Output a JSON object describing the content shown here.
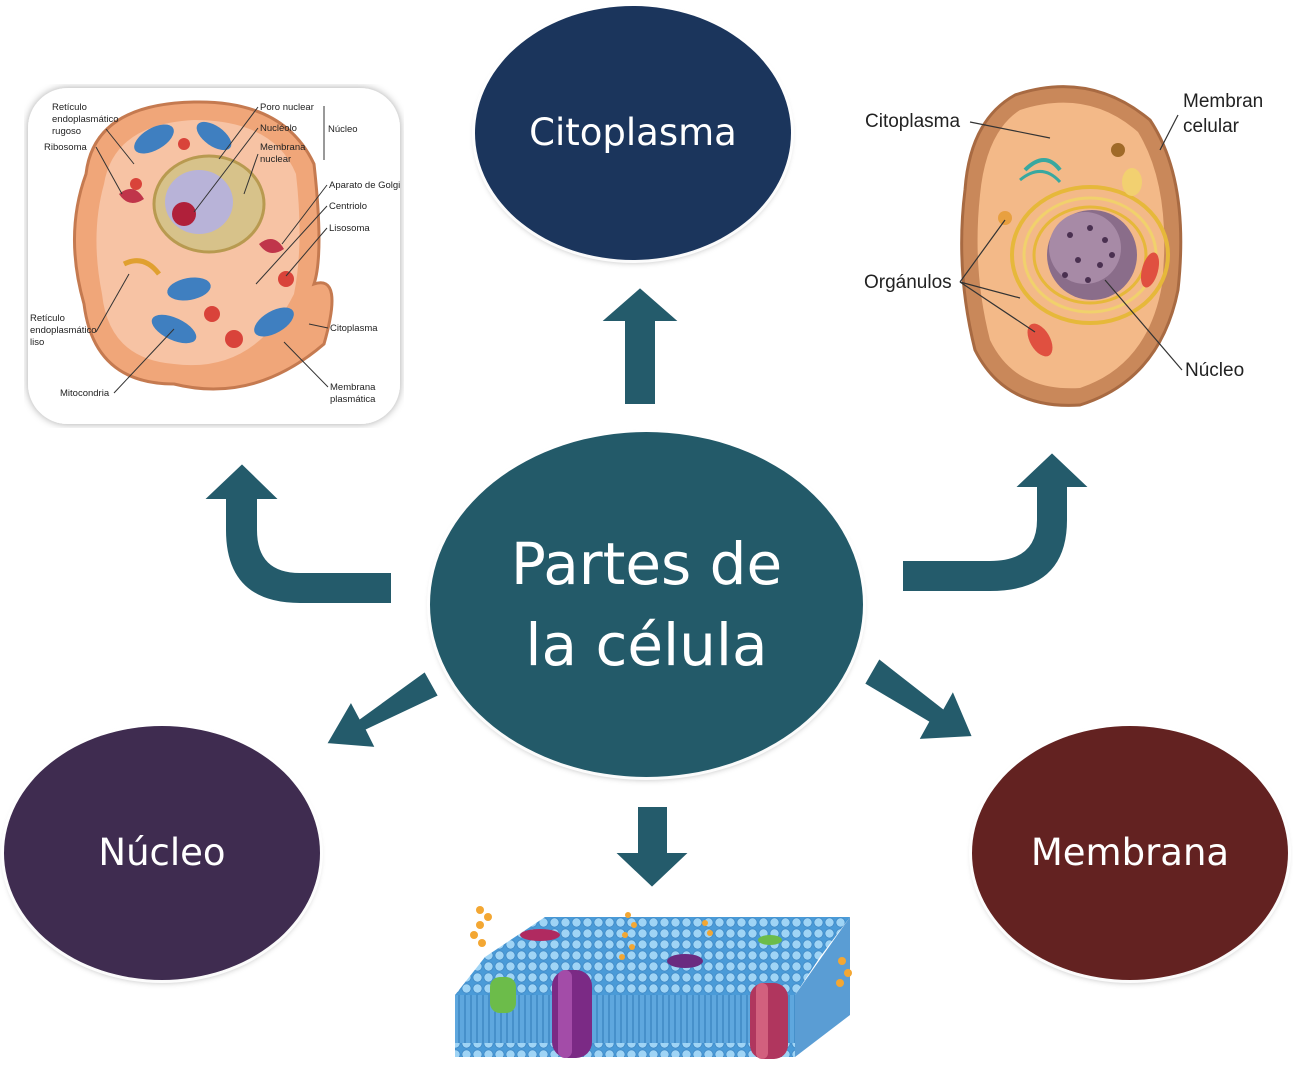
{
  "center": {
    "label": "Partes de\nla célula",
    "color": "#235a69"
  },
  "nodes": {
    "citoplasma": {
      "label": "Citoplasma",
      "color": "#1b355c"
    },
    "nucleo": {
      "label": "Núcleo",
      "color": "#3f2c50"
    },
    "membrana": {
      "label": "Membrana",
      "color": "#632221"
    }
  },
  "arrow_color": "#245b6b",
  "animal_cell_labels": {
    "reticulo_rugoso": [
      "Retículo",
      "endoplasmático",
      "rugoso"
    ],
    "ribosoma": "Ribosoma",
    "poro_nuclear": "Poro nuclear",
    "nucleolo": "Nucléolo",
    "membrana_nuclear": [
      "Membrana",
      "nuclear"
    ],
    "nucleo": "Núcleo",
    "golgi": "Aparato de Golgi",
    "centriolo": "Centriolo",
    "lisosoma": "Lisosoma",
    "reticulo_liso": [
      "Retículo",
      "endoplasmático",
      "liso"
    ],
    "citoplasma": "Citoplasma",
    "mitocondria": "Mitocondria",
    "membrana_plasmatica": [
      "Membrana",
      "plasmática"
    ]
  },
  "plant_cell_labels": {
    "citoplasma": "Citoplasma",
    "membrana_celular": [
      "Membran",
      "celular"
    ],
    "organulos": "Orgánulos",
    "nucleo": "Núcleo"
  }
}
